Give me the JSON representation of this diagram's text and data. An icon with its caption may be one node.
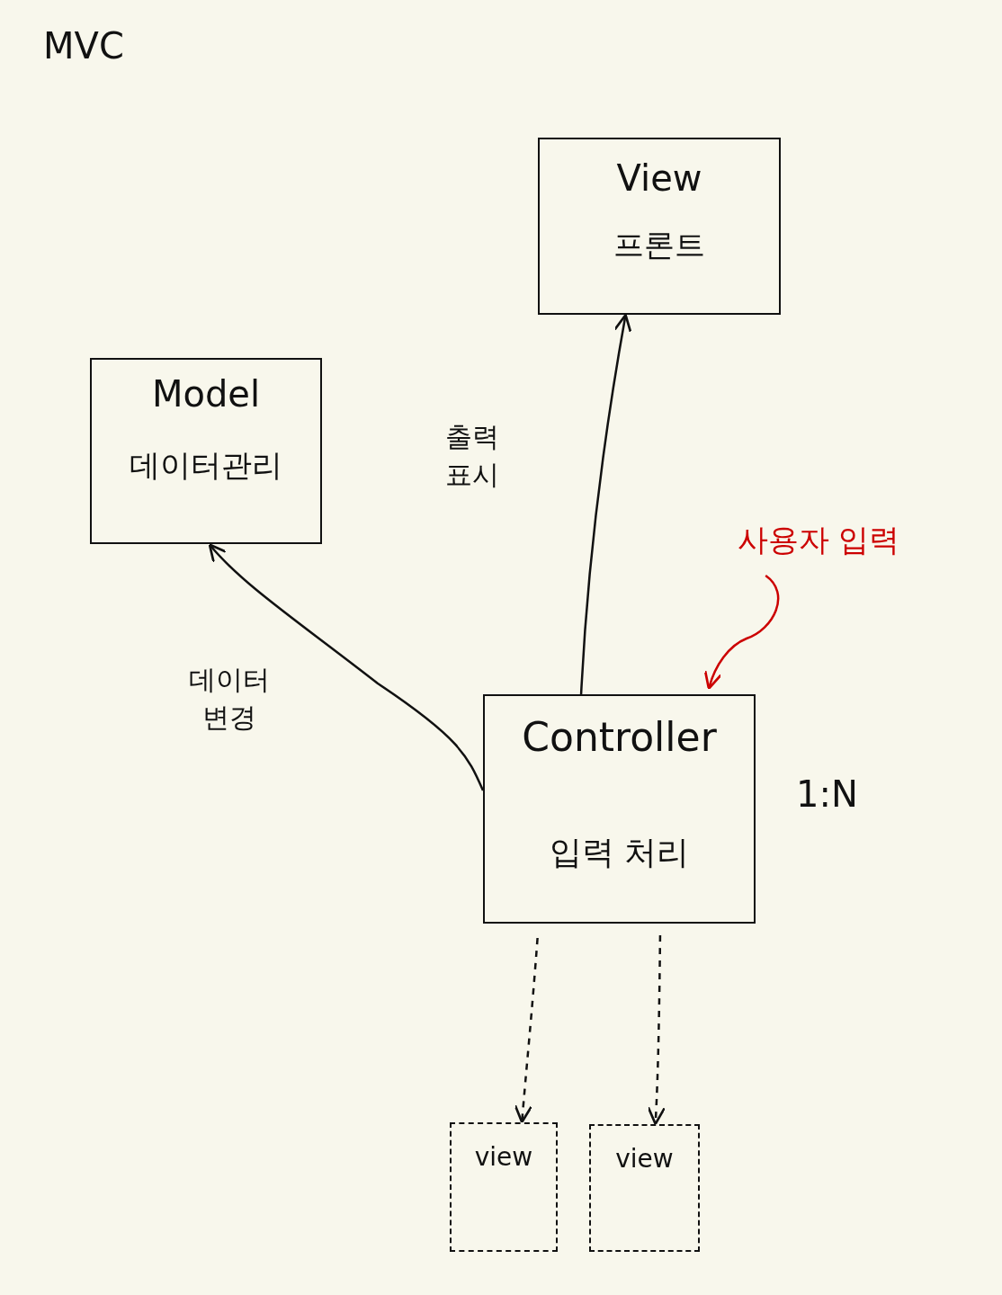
{
  "diagram": {
    "title": "MVC",
    "nodes": [
      {
        "text": [
          "View",
          "프론트"
        ]
      },
      {
        "text": [
          "Model",
          "데이터관리"
        ]
      },
      {
        "text": [
          "Controller",
          "입력 처리"
        ]
      },
      {
        "text": [
          "사용자 입력"
        ]
      },
      {
        "text": [
          "view"
        ]
      },
      {
        "text": [
          "view"
        ]
      }
    ],
    "edges": [
      {
        "from": 2,
        "to": 0,
        "arrow": "to",
        "label": "출력 표시"
      },
      {
        "from": 2,
        "to": 1,
        "arrow": "to",
        "label": "데이터 변경"
      },
      {
        "from": 3,
        "to": 2,
        "arrow": "to",
        "color": "#cc0000"
      },
      {
        "from": 2,
        "to": 4,
        "arrow": "to",
        "style": "dashed"
      },
      {
        "from": 2,
        "to": 5,
        "arrow": "to",
        "style": "dashed"
      }
    ],
    "labels": [
      "1:N"
    ]
  }
}
